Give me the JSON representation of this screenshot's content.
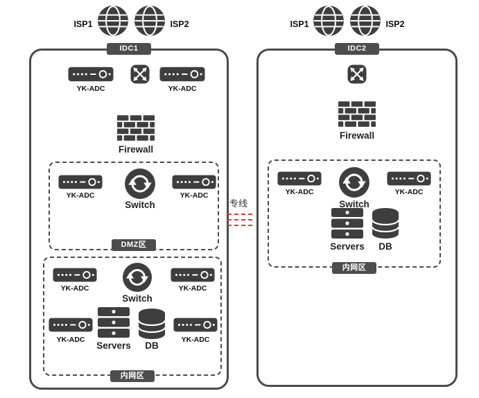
{
  "colors": {
    "icon": "#3e3e3e",
    "badge_bg": "#4d4d4d",
    "box_border": "#4a4a4a",
    "link_red": "#e8323c"
  },
  "link": {
    "label": "专线"
  },
  "idc1": {
    "badge": "IDC1",
    "isp1": "ISP1",
    "isp2": "ISP2",
    "top_adc_left": "YK-ADC",
    "top_adc_right": "YK-ADC",
    "firewall_label": "Firewall",
    "dmz": {
      "badge": "DMZ区",
      "adc_left": "YK-ADC",
      "adc_right": "YK-ADC",
      "switch_label": "Switch"
    },
    "intranet": {
      "badge": "内网区",
      "adc_top_left": "YK-ADC",
      "adc_top_right": "YK-ADC",
      "adc_bottom_left": "YK-ADC",
      "adc_bottom_right": "YK-ADC",
      "switch_label": "Switch",
      "servers_label": "Servers",
      "db_label": "DB"
    }
  },
  "idc2": {
    "badge": "IDC2",
    "isp1": "ISP1",
    "isp2": "ISP2",
    "firewall_label": "Firewall",
    "intranet": {
      "badge": "内网区",
      "adc_left": "YK-ADC",
      "adc_right": "YK-ADC",
      "switch_label": "Switch",
      "servers_label": "Servers",
      "db_label": "DB"
    }
  }
}
